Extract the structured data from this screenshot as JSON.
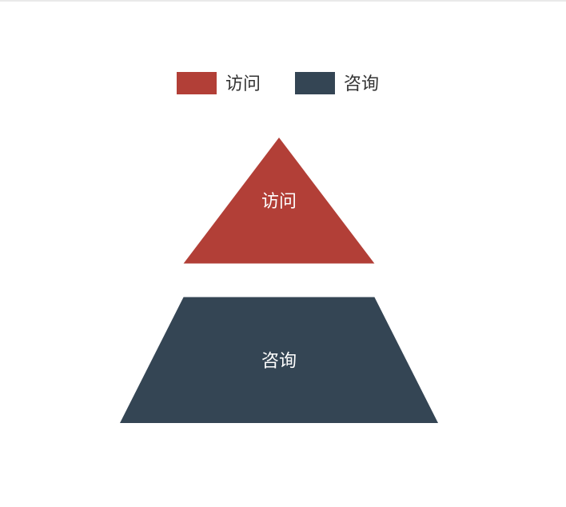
{
  "chart_data": {
    "type": "funnel",
    "sort": "ascending",
    "title": "",
    "legend": {
      "position": "top-center"
    },
    "series": [
      {
        "name": "访问",
        "value": 60,
        "color": "#b23f37"
      },
      {
        "name": "咨询",
        "value": 100,
        "color": "#344554"
      }
    ]
  }
}
